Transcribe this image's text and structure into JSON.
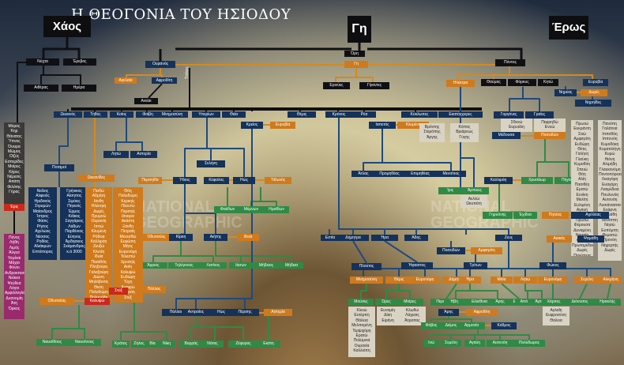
{
  "title": "Η ΘΕΟΓΟΝΙΑ ΤΟΥ ΗΣΙΟΔΟΥ",
  "headers": {
    "chaos": "Χάος",
    "gaia": "Γη",
    "eros": "Έρως"
  },
  "labels": {
    "titanes": "Τιτάνες"
  },
  "watermark": {
    "line1": "NATIONAL",
    "line2": "GEOGRAPHIC",
    "line3": "NATIONAL",
    "line4": "GEOGRAPHIC"
  },
  "colors": {
    "dark": "#101014",
    "navy": "#14325a",
    "orange": "#cf7a1c",
    "green": "#2f8a45",
    "red": "#c92a1a",
    "gold_line": "#d38a20",
    "blue_line": "#1e4a7e",
    "black_line": "#101014"
  },
  "boxes": [
    {
      "id": "nyx",
      "text": [
        "Νύχτα"
      ],
      "color": "k"
    },
    {
      "id": "erebus",
      "text": [
        "Έρεβος"
      ],
      "color": "k"
    },
    {
      "id": "aither",
      "text": [
        "Αιθέρας"
      ],
      "color": "k"
    },
    {
      "id": "hemera",
      "text": [
        "Ημέρα"
      ],
      "color": "k"
    },
    {
      "id": "ori",
      "text": [
        "Όρη"
      ],
      "color": "k"
    },
    {
      "id": "gi",
      "text": [
        "Γη"
      ],
      "color": "o"
    },
    {
      "id": "pontos",
      "text": [
        "Πόντος"
      ],
      "color": "k"
    },
    {
      "id": "ouranos",
      "text": [
        "Ουρανός"
      ],
      "color": "n"
    },
    {
      "id": "agelaia",
      "text": [
        "Αγελαία"
      ],
      "color": "o"
    },
    {
      "id": "aphrodite1",
      "text": [
        "Αφροδίτη"
      ],
      "color": "n"
    },
    {
      "id": "anteia",
      "text": [
        "Ανείαι"
      ],
      "color": "k"
    },
    {
      "id": "erinyes",
      "text": [
        "Ερινύες"
      ],
      "color": "k"
    },
    {
      "id": "gigantes",
      "text": [
        "Γίγαντες"
      ],
      "color": "k"
    },
    {
      "id": "ilektra",
      "text": [
        "Ηλέκτρα"
      ],
      "color": "o"
    },
    {
      "id": "thaumas",
      "text": [
        "Θαύμας"
      ],
      "color": "k"
    },
    {
      "id": "phorkys",
      "text": [
        "Φόρκυς"
      ],
      "color": "k"
    },
    {
      "id": "keto",
      "text": [
        "Κητώ"
      ],
      "color": "k"
    },
    {
      "id": "eurybia",
      "text": [
        "Ευρυβία"
      ],
      "color": "n"
    },
    {
      "id": "nereas",
      "text": [
        "Νηρέας"
      ],
      "color": "n"
    },
    {
      "id": "doris",
      "text": [
        "Δωρίς"
      ],
      "color": "o"
    },
    {
      "id": "nereides",
      "text": [
        "Νηρηίδες"
      ],
      "color": "n"
    },
    {
      "id": "okeanos",
      "text": [
        "Ωκεανός"
      ],
      "color": "n"
    },
    {
      "id": "tethys",
      "text": [
        "Τηθύς"
      ],
      "color": "n"
    },
    {
      "id": "koios",
      "text": [
        "Κοίος"
      ],
      "color": "n"
    },
    {
      "id": "phoebe",
      "text": [
        "Φοίβη"
      ],
      "color": "n"
    },
    {
      "id": "mnemosyne",
      "text": [
        "Μνημοσύνη"
      ],
      "color": "n"
    },
    {
      "id": "hyperion",
      "text": [
        "Υπερίων"
      ],
      "color": "n"
    },
    {
      "id": "theia",
      "text": [
        "Θεία"
      ],
      "color": "n"
    },
    {
      "id": "kreios",
      "text": [
        "Κρείος"
      ],
      "color": "n"
    },
    {
      "id": "eurybia2",
      "text": [
        "Ευρυβία"
      ],
      "color": "o"
    },
    {
      "id": "themis",
      "text": [
        "Θέμις"
      ],
      "color": "n"
    },
    {
      "id": "kronos",
      "text": [
        "Κρόνος"
      ],
      "color": "n"
    },
    {
      "id": "rhea",
      "text": [
        "Ρέα"
      ],
      "color": "n"
    },
    {
      "id": "kyklopes",
      "text": [
        "Κύκλωπες"
      ],
      "color": "n"
    },
    {
      "id": "ekatogxeires",
      "text": [
        "Εκατόγχειρες"
      ],
      "color": "n"
    },
    {
      "id": "iapetos",
      "text": [
        "Ιαπετός"
      ],
      "color": "n"
    },
    {
      "id": "klymeni",
      "text": [
        "Κλυμένη"
      ],
      "color": "o"
    },
    {
      "id": "kyklopes_names",
      "text": [
        "Βρόντης",
        "Στερόπης",
        "Άργης"
      ],
      "color": "t"
    },
    {
      "id": "ekat_names",
      "text": [
        "Κόττος",
        "Βριάρεως",
        "Γύγης"
      ],
      "color": "t"
    },
    {
      "id": "leto",
      "text": [
        "Λητώ"
      ],
      "color": "n"
    },
    {
      "id": "asteria",
      "text": [
        "Αστερία"
      ],
      "color": "n"
    },
    {
      "id": "selene",
      "text": [
        "Σελήνη"
      ],
      "color": "n"
    },
    {
      "id": "perseida",
      "text": [
        "Περσηίδα"
      ],
      "color": "o"
    },
    {
      "id": "helios",
      "text": [
        "Ήλιος"
      ],
      "color": "n"
    },
    {
      "id": "kephalos",
      "text": [
        "Κέφαλος"
      ],
      "color": "n"
    },
    {
      "id": "eos",
      "text": [
        "Ηώς"
      ],
      "color": "n"
    },
    {
      "id": "tithonos",
      "text": [
        "Τιθωνός"
      ],
      "color": "o"
    },
    {
      "id": "phaethon",
      "text": [
        "Φαέθων"
      ],
      "color": "g"
    },
    {
      "id": "memnon",
      "text": [
        "Μέμνων"
      ],
      "color": "g"
    },
    {
      "id": "ematheion",
      "text": [
        "Ημαθίων"
      ],
      "color": "g"
    },
    {
      "id": "odysseas",
      "text": [
        "Οδυσσέας"
      ],
      "color": "o"
    },
    {
      "id": "kirke",
      "text": [
        "Κίρκη"
      ],
      "color": "n"
    },
    {
      "id": "aietis",
      "text": [
        "Αιήτης"
      ],
      "color": "n"
    },
    {
      "id": "idyia",
      "text": [
        "Ιδυία"
      ],
      "color": "o"
    },
    {
      "id": "agrios",
      "text": [
        "Άγριος"
      ],
      "color": "g"
    },
    {
      "id": "tilegonos",
      "text": [
        "Τηλέγονος"
      ],
      "color": "g"
    },
    {
      "id": "latinos",
      "text": [
        "Λατίνος"
      ],
      "color": "g"
    },
    {
      "id": "iason",
      "text": [
        "Ιάσων"
      ],
      "color": "g"
    },
    {
      "id": "mideios",
      "text": [
        "Μήδειος"
      ],
      "color": "g"
    },
    {
      "id": "medeia",
      "text": [
        "Μήδεια"
      ],
      "color": "g"
    },
    {
      "id": "pallas",
      "text": [
        "Πάλλας"
      ],
      "color": "n"
    },
    {
      "id": "astraios",
      "text": [
        "Αστραίος"
      ],
      "color": "n"
    },
    {
      "id": "eos2",
      "text": [
        "Ηώς"
      ],
      "color": "n"
    },
    {
      "id": "perses",
      "text": [
        "Πέρσης"
      ],
      "color": "n"
    },
    {
      "id": "asteria2",
      "text": [
        "Αστερία"
      ],
      "color": "o"
    },
    {
      "id": "borras",
      "text": [
        "Βορράς"
      ],
      "color": "g"
    },
    {
      "id": "notos",
      "text": [
        "Νότος"
      ],
      "color": "g"
    },
    {
      "id": "zephyros",
      "text": [
        "Ζέφυρος"
      ],
      "color": "g"
    },
    {
      "id": "ekati",
      "text": [
        "Εκάτη"
      ],
      "color": "g"
    },
    {
      "id": "potamoi",
      "text": [
        "Ποταμοί"
      ],
      "color": "n"
    },
    {
      "id": "okeanides",
      "text": [
        "Ωκεανίδες"
      ],
      "color": "o"
    },
    {
      "id": "potamoi_list1",
      "text": [
        "Νείλος",
        "Αλφειός",
        "Ηριδανός",
        "Στρυμών",
        "Μαίανδρος",
        "Ίστρος",
        "Φάσις",
        "Ρήσος",
        "Αχελώος",
        "Νέσσος",
        "Ροδίος",
        "Αλιάκμων",
        "Επτάπορος"
      ],
      "color": "n"
    },
    {
      "id": "potamoi_list2",
      "text": [
        "Γρήνικος",
        "Αίσηπος",
        "Σιμόεις",
        "Πηνειός",
        "Έρμος",
        "Κάϊκος",
        "Σαγγάριος",
        "Λάδων",
        "Παρθένιος",
        "Εύηνος",
        "Άρδησκος",
        "Σκάμανδρος",
        "κ.ά 3000"
      ],
      "color": "n"
    },
    {
      "id": "okeanides_list1",
      "text": [
        "Πειθώ",
        "Αδμήτη",
        "Ιάνθη",
        "Ηλέκτρη",
        "Δωρίς",
        "Πρυμνώ",
        "Ουρανίη",
        "Ιππώ",
        "Κλυμένη",
        "Ρόδεια",
        "Καλλιρόη",
        "Ζευξώ",
        "Κλυτίη",
        "Ιδυία",
        "Πασιθόη",
        "Πληξαύρη",
        "Γαλαξαύρη",
        "Διώνη",
        "Μηλόβοσις",
        "Θεόη",
        "Πολυδώρη",
        "Πολυμόδη"
      ],
      "color": "o"
    },
    {
      "id": "okeanides_list2",
      "text": [
        "Θόη",
        "Πολυδώρη",
        "Κερκηίς",
        "Πλουτώ",
        "Περσηίς",
        "Ιάνειρα",
        "Ακάστη",
        "Ξάνθη",
        "Πετραίη",
        "Μενεσθώ",
        "Ευρώπη",
        "Μήτις",
        "Ευρυνόμη",
        "Τελεστώ",
        "Χρυσηίς",
        "Ασίη",
        "Καλυψώ",
        "Ευδώρη",
        "Τύχη",
        "Αμφιρώ",
        "Ωκυρόη",
        "Στύξ"
      ],
      "color": "o"
    },
    {
      "id": "nyx_children",
      "text": [
        "Μόρος",
        "Κηρ",
        "Θάνατος",
        "Ύπνος",
        "Όνειρα",
        "Μώμος",
        "Οϊζύς",
        "Εσπερίδες",
        "Μοίρες",
        "Κήρες",
        "Νέμεσις",
        "Απάτη",
        "Φιλότης",
        "Γήρας"
      ],
      "color": "gr"
    },
    {
      "id": "eris",
      "text": [
        "Έρις"
      ],
      "color": "r"
    },
    {
      "id": "eris_children",
      "text": [
        "Πόνος",
        "Λήθη",
        "Λιμός",
        "Άλγεα",
        "Υσμίναι",
        "Μάχαι",
        "Φόνοι",
        "Ανδροκτασίαι",
        "Νείκεα",
        "Ψεύδεα",
        "Λόγοι",
        "Αμφιλλογίαι",
        "Δυσνομίη",
        "Άτη",
        "Όρκος"
      ],
      "color": "p"
    },
    {
      "id": "odysseas2",
      "text": [
        "Οδυσσέας"
      ],
      "color": "o"
    },
    {
      "id": "kalypso",
      "text": [
        "Καλυψώ"
      ],
      "color": "r"
    },
    {
      "id": "nausithoos",
      "text": [
        "Ναυσίθοος"
      ],
      "color": "g"
    },
    {
      "id": "nausinoos",
      "text": [
        "Ναυσίνοος"
      ],
      "color": "g"
    },
    {
      "id": "styx",
      "text": [
        "Στύξ"
      ],
      "color": "r"
    },
    {
      "id": "pallas2",
      "text": [
        "Πάλλας"
      ],
      "color": "o"
    },
    {
      "id": "kratos",
      "text": [
        "Κράτος"
      ],
      "color": "g"
    },
    {
      "id": "zelos",
      "text": [
        "Ζήλος"
      ],
      "color": "g"
    },
    {
      "id": "bia",
      "text": [
        "Βία"
      ],
      "color": "g"
    },
    {
      "id": "nike",
      "text": [
        "Νίκη"
      ],
      "color": "g"
    },
    {
      "id": "atlas",
      "text": [
        "Άτλας"
      ],
      "color": "n"
    },
    {
      "id": "prometheus",
      "text": [
        "Προμηθέας"
      ],
      "color": "n"
    },
    {
      "id": "epimetheus",
      "text": [
        "Επιμηθέας"
      ],
      "color": "n"
    },
    {
      "id": "menoitios",
      "text": [
        "Μενοίτιος"
      ],
      "color": "n"
    },
    {
      "id": "iris",
      "text": [
        "Ίρις"
      ],
      "color": "g"
    },
    {
      "id": "harpies",
      "text": [
        "Άρπυιες"
      ],
      "color": "g"
    },
    {
      "id": "harpies_names",
      "text": [
        "Αελλώ",
        "Ωκυπέτη"
      ],
      "color": "t"
    },
    {
      "id": "gorgones",
      "text": [
        "Γοργόνες"
      ],
      "color": "n"
    },
    {
      "id": "graies",
      "text": [
        "Γραίες"
      ],
      "color": "n"
    },
    {
      "id": "gorgones_names",
      "text": [
        "Σθενώ",
        "Ευρυάλη"
      ],
      "color": "t"
    },
    {
      "id": "graies_names",
      "text": [
        "Πεφρηδώ",
        "Ενυώ"
      ],
      "color": "t"
    },
    {
      "id": "medousa",
      "text": [
        "Μέδουσα"
      ],
      "color": "n"
    },
    {
      "id": "poseidon",
      "text": [
        "Ποσειδών"
      ],
      "color": "o"
    },
    {
      "id": "kallirroi",
      "text": [
        "Καλλιρόη"
      ],
      "color": "n"
    },
    {
      "id": "chrysaor",
      "text": [
        "Χρυσάωρ"
      ],
      "color": "g"
    },
    {
      "id": "pegasos",
      "text": [
        "Πήγασος"
      ],
      "color": "g"
    },
    {
      "id": "geryonis",
      "text": [
        "Γηρυόνης"
      ],
      "color": "g"
    },
    {
      "id": "echidna",
      "text": [
        "Έχιδνα"
      ],
      "color": "g"
    },
    {
      "id": "nereides_list1",
      "text": [
        "Πρωτώ",
        "Ευκράντη",
        "Σαώ",
        "Αμφιτρίτη",
        "Ευδώρη",
        "Θέτις",
        "Γαλήνη",
        "Γλαύκη",
        "Κυμοθόη",
        "Σπειώ",
        "Θόη",
        "Αλίη",
        "Πασιθέη",
        "Ερατώ",
        "Ευνίκη",
        "Μελίτη",
        "Ευλιμένη",
        "Αγαυή",
        "Δωτώ",
        "Πρωτώ",
        "Φέρουσα",
        "Δυναμένη",
        "Νησαίη",
        "Ακταίη",
        "Πρωτομέδεια",
        "Δωρίς",
        "Πανόπεια"
      ],
      "color": "t"
    },
    {
      "id": "nereides_list2",
      "text": [
        "Πανόπη",
        "Γαλάτεια",
        "Ιπποθόη",
        "Ιππονόη",
        "Κυμοδόκη",
        "Κυματολήγη",
        "Κυμώ",
        "Ηιόνη",
        "Αλιμήδη",
        "Γλαυκονόμη",
        "Ποντοπόρεια",
        "Λειαγόρη",
        "Ευαγόρη",
        "Λαομέδεια",
        "Πουλυνόη",
        "Αυτονόη",
        "Λυσιάνασσα",
        "Ευάρνη",
        "Ψαμάθη",
        "Μενίππη",
        "Νησώ",
        "Ευπόμπη",
        "Θεμιστώ",
        "Προνόη",
        "Νημερτής",
        "Δωρίς"
      ],
      "color": "t"
    },
    {
      "id": "peleus",
      "text": [
        "Πηλέας"
      ],
      "color": "o"
    },
    {
      "id": "thetis",
      "text": [
        "Θέτις"
      ],
      "color": "n"
    },
    {
      "id": "achilles",
      "text": [
        "Αχιλλέας"
      ],
      "color": "n"
    },
    {
      "id": "aiakos",
      "text": [
        "Αιακός"
      ],
      "color": "o"
    },
    {
      "id": "psamathe",
      "text": [
        "Ψαμάθη"
      ],
      "color": "n"
    },
    {
      "id": "phokos",
      "text": [
        "Φώκος"
      ],
      "color": "n"
    },
    {
      "id": "hestia",
      "text": [
        "Εστία"
      ],
      "color": "n"
    },
    {
      "id": "demeter",
      "text": [
        "Δήμητρα"
      ],
      "color": "n"
    },
    {
      "id": "hera",
      "text": [
        "Ήρα"
      ],
      "color": "n"
    },
    {
      "id": "hades",
      "text": [
        "Άδης"
      ],
      "color": "n"
    },
    {
      "id": "zeus",
      "text": [
        "Ζευς"
      ],
      "color": "n"
    },
    {
      "id": "plouton",
      "text": [
        "Πλούτος"
      ],
      "color": "n"
    },
    {
      "id": "hephaistos",
      "text": [
        "Ήφαιστος"
      ],
      "color": "n"
    },
    {
      "id": "poseidon2",
      "text": [
        "Ποσειδών"
      ],
      "color": "n"
    },
    {
      "id": "amphitrite",
      "text": [
        "Αμφιτρίτη"
      ],
      "color": "o"
    },
    {
      "id": "triton",
      "text": [
        "Τρίτων"
      ],
      "color": "n"
    },
    {
      "id": "mnemosyne2",
      "text": [
        "Μνημοσύνη"
      ],
      "color": "o"
    },
    {
      "id": "themis2",
      "text": [
        "Θέμις"
      ],
      "color": "o"
    },
    {
      "id": "eurynome",
      "text": [
        "Ευρυνόμη"
      ],
      "color": "o"
    },
    {
      "id": "demeter2",
      "text": [
        "Δήμητρα"
      ],
      "color": "o"
    },
    {
      "id": "hera2",
      "text": [
        "Ήρα"
      ],
      "color": "o"
    },
    {
      "id": "maia",
      "text": [
        "Μαία"
      ],
      "color": "o"
    },
    {
      "id": "leto2",
      "text": [
        "Λητώ"
      ],
      "color": "o"
    },
    {
      "id": "eurynome2",
      "text": [
        "Ευρυνόμη"
      ],
      "color": "o"
    },
    {
      "id": "semele",
      "text": [
        "Σεμέλη"
      ],
      "color": "o"
    },
    {
      "id": "alkmene",
      "text": [
        "Αλκμήνη"
      ],
      "color": "o"
    },
    {
      "id": "mousai",
      "text": [
        "Μούσες"
      ],
      "color": "g"
    },
    {
      "id": "horai",
      "text": [
        "Ώρες"
      ],
      "color": "g"
    },
    {
      "id": "moirai",
      "text": [
        "Μοίρες"
      ],
      "color": "g"
    },
    {
      "id": "persephone",
      "text": [
        "Περσεφόνη"
      ],
      "color": "g"
    },
    {
      "id": "hebe",
      "text": [
        "Ήβη"
      ],
      "color": "g"
    },
    {
      "id": "eileithyia",
      "text": [
        "Ειλείθυια"
      ],
      "color": "g"
    },
    {
      "id": "ares",
      "text": [
        "Άρης"
      ],
      "color": "g"
    },
    {
      "id": "hermes",
      "text": [
        "Ερμής"
      ],
      "color": "g"
    },
    {
      "id": "apollon",
      "text": [
        "Απόλλων"
      ],
      "color": "g"
    },
    {
      "id": "artemis",
      "text": [
        "Άρτεμις"
      ],
      "color": "g"
    },
    {
      "id": "charites",
      "text": [
        "Χάριτες"
      ],
      "color": "g"
    },
    {
      "id": "dionysos",
      "text": [
        "Διόνυσος"
      ],
      "color": "g"
    },
    {
      "id": "herakles",
      "text": [
        "Ηρακλής"
      ],
      "color": "g"
    },
    {
      "id": "mousai_names",
      "text": [
        "Κλειώ",
        "Ευτέρπη",
        "Θάλεια",
        "Μελπομένη",
        "Τερψιχόρη",
        "Ερατώ",
        "Πολύμνια",
        "Ουρανία",
        "Καλλιόπη"
      ],
      "color": "t"
    },
    {
      "id": "horai_names",
      "text": [
        "Ευνομίη",
        "Δίκη",
        "Ειρήνη"
      ],
      "color": "t"
    },
    {
      "id": "moirai_names",
      "text": [
        "Κλωθώ",
        "Λάχεσις",
        "Άτροπος"
      ],
      "color": "t"
    },
    {
      "id": "charites_names",
      "text": [
        "Αγλαΐη",
        "Ευφροσύνη",
        "Θαλεια"
      ],
      "color": "t"
    },
    {
      "id": "ares2",
      "text": [
        "Άρης"
      ],
      "color": "n"
    },
    {
      "id": "aphrodite2",
      "text": [
        "Αφροδίτη"
      ],
      "color": "o"
    },
    {
      "id": "kadmos",
      "text": [
        "Κάδμος"
      ],
      "color": "n"
    },
    {
      "id": "phobos",
      "text": [
        "Φόβος"
      ],
      "color": "g"
    },
    {
      "id": "deimos",
      "text": [
        "Δείμος"
      ],
      "color": "g"
    },
    {
      "id": "harmonia",
      "text": [
        "Αρμονία"
      ],
      "color": "g"
    },
    {
      "id": "ino",
      "text": [
        "Ινώ"
      ],
      "color": "g"
    },
    {
      "id": "semele2",
      "text": [
        "Σεμέλη"
      ],
      "color": "g"
    },
    {
      "id": "agaue",
      "text": [
        "Αγαύη"
      ],
      "color": "g"
    },
    {
      "id": "autonoe",
      "text": [
        "Αυτονόη"
      ],
      "color": "g"
    },
    {
      "id": "polydoros",
      "text": [
        "Πολύδωρος"
      ],
      "color": "g"
    }
  ]
}
